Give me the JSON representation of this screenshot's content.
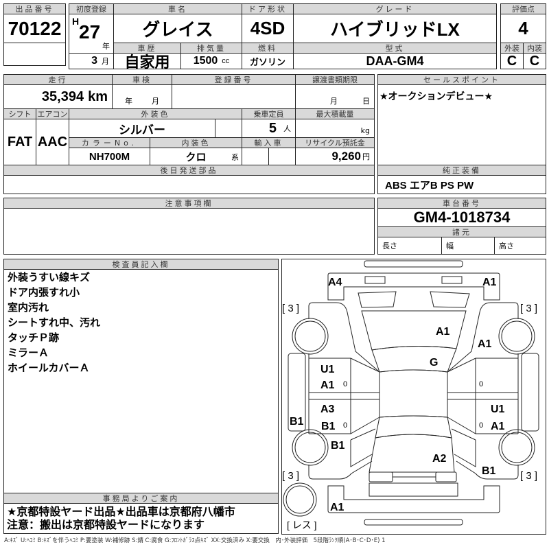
{
  "lot": {
    "header": "出品番号",
    "value": "70122"
  },
  "first_reg": {
    "header": "初度登録",
    "era": "H",
    "year": "27",
    "year_unit": "年",
    "month": "3",
    "month_unit": "月"
  },
  "car_name": {
    "header": "車名",
    "value": "グレイス"
  },
  "door": {
    "header": "ドア形状",
    "value": "4SD"
  },
  "grade": {
    "header": "グレード",
    "value": "ハイブリッドLX"
  },
  "history": {
    "header": "車歴",
    "value": "自家用"
  },
  "displacement": {
    "header": "排気量",
    "value": "1500",
    "unit": "cc"
  },
  "fuel": {
    "header": "燃料",
    "value": "ガソリン"
  },
  "model": {
    "header": "型式",
    "value": "DAA-GM4"
  },
  "score": {
    "header": "評価点",
    "value": "4",
    "ext_header": "外装",
    "int_header": "内装",
    "ext": "C",
    "int": "C"
  },
  "mileage": {
    "header": "走行",
    "value": "35,394",
    "unit": "km"
  },
  "inspection": {
    "header": "車検",
    "year_unit": "年",
    "month_unit": "月"
  },
  "reg_number": {
    "header": "登録番号"
  },
  "transfer": {
    "header": "譲渡書類期限",
    "month_unit": "月",
    "day_unit": "日"
  },
  "shift": {
    "header": "シフト",
    "value": "FAT"
  },
  "aircon": {
    "header": "エアコン",
    "value": "AAC"
  },
  "ext_color": {
    "header": "外装色",
    "value": "シルバー"
  },
  "capacity": {
    "header": "乗車定員",
    "value": "5",
    "unit": "人"
  },
  "max_load": {
    "header": "最大積載量",
    "unit": "kg"
  },
  "color_no": {
    "header": "カラーNo.",
    "value": "NH700M"
  },
  "int_color": {
    "header": "内装色",
    "value": "クロ",
    "unit": "系"
  },
  "import": {
    "header": "輸入車"
  },
  "recycle": {
    "header": "リサイクル預託金",
    "value": "9,260",
    "unit": "円"
  },
  "later_parts": {
    "header": "後日発送部品"
  },
  "sale_points": {
    "header": "セールスポイント",
    "value": "★オークションデビュー★"
  },
  "equipment": {
    "header": "純正装備",
    "value": "ABS エアB PS PW"
  },
  "notes": {
    "header": "注意事項欄"
  },
  "chassis": {
    "header": "車台番号",
    "value": "GM4-1018734"
  },
  "specs": {
    "header": "諸元",
    "length": "長さ",
    "width": "幅",
    "height": "高さ"
  },
  "inspector": {
    "header": "検査員記入欄",
    "lines": [
      "外装うすい線キズ",
      "ドア内張すれ小",
      "室内汚れ",
      "シートすれ中、汚れ",
      "タッチＰ跡",
      "ミラーＡ",
      "ホイールカバーＡ"
    ]
  },
  "office": {
    "header": "事務局よりご案内",
    "lines": [
      "★京都特設ヤード出品★出品車は京都府八幡市",
      "注意：搬出は京都特設ヤードになります"
    ]
  },
  "diagram": {
    "marks": {
      "front_left": "A4",
      "front_right": "A1",
      "hood": "A1",
      "right_front_fender": "A1",
      "windshield": "G",
      "left_front_door_1": "U1",
      "left_front_door_2": "A1",
      "left_rear_door_1": "A3",
      "left_rear_door_2": "B1",
      "left_skirt": "B1",
      "left_rear_fender": "B1",
      "trunk": "A2",
      "right_rear_fender": "B1",
      "right_rear_door_1": "U1",
      "right_rear_door_2": "A1",
      "rear_bumper": "A1"
    },
    "tire_tl": "[ 3 ]",
    "tire_tr": "[ 3 ]",
    "tire_bl": "[ 3 ]",
    "tire_br": "[ 3 ]",
    "spare": "[ レス ]",
    "zero_marks": [
      "0",
      "0",
      "0",
      "0"
    ]
  },
  "legend": "A:ｷｽﾞ U:ﾍｺﾐ B:ｷｽﾞを伴うﾍｺﾐ P:要塗装 W:補修跡 S:錆 C:腐食 G:ﾌﾛﾝﾄｶﾞﾗｽ点ｷｽﾞ XX:交換済み X:要交換　内･外装評価　5段階ﾗﾝｸ順(A･B･C･D･E) 1"
}
